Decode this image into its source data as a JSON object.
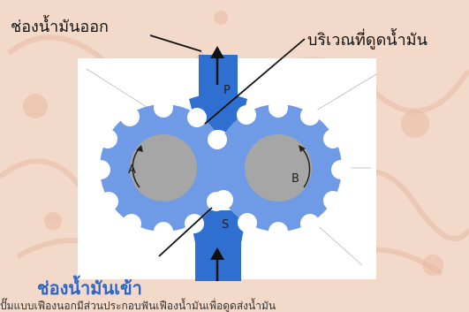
{
  "labels": {
    "outlet": "ช่องน้ำมันออก",
    "suction_area": "บริเวณที่ดูดน้ำมัน",
    "inlet": "ช่องน้ำมันเข้า",
    "caption_partial": "ปั๊มแบบเฟืองนอกมีส่วนประกอบฟันเฟืองน้ำมันเพื่อดูดส่งน้ำมัน"
  },
  "gear_labels": {
    "left": "A",
    "right": "B",
    "top": "P",
    "bottom": "S"
  },
  "colors": {
    "pump_blue": "#2f6fd0",
    "gear_light_blue": "#6f9be6",
    "gear_hub": "#a6a6a6",
    "background": "#f3d9c9",
    "inlet_text": "#2e66c8"
  }
}
